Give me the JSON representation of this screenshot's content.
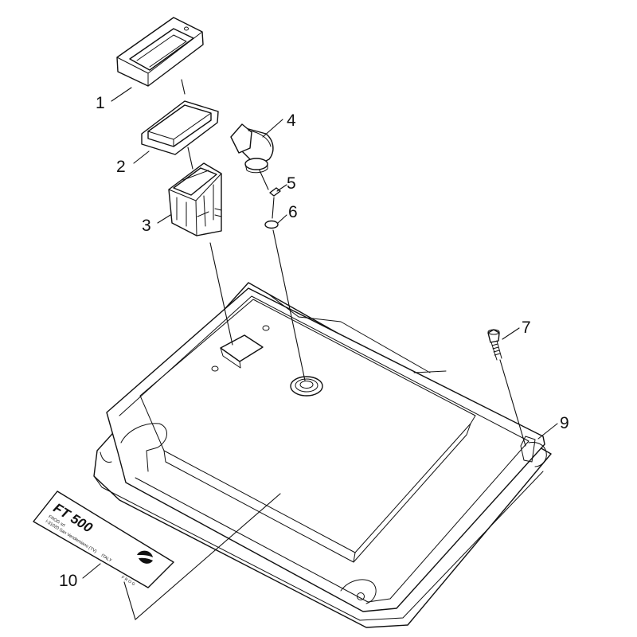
{
  "callouts": {
    "c1": "1",
    "c2": "2",
    "c3": "3",
    "c4": "4",
    "c5": "5",
    "c6": "6",
    "c7": "7",
    "c9": "9",
    "c10": "10"
  },
  "plate": {
    "model": "FT 500",
    "company": "FROG srl",
    "address": "I-31020 San Vendemiano (TV)",
    "country": "ITALY",
    "brand": "FROG"
  }
}
